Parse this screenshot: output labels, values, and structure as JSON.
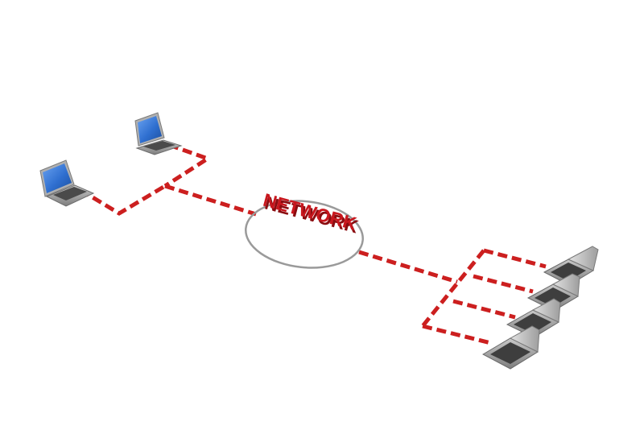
{
  "diagram": {
    "center_label": "NETWORK",
    "colors": {
      "connection": "#cc1f1f",
      "label": "#c8171e",
      "label_shadow": "#8a0c10",
      "ring": "#9a9a9a",
      "screen": "#2f6fd0",
      "laptop_body": "#8e8e8e",
      "laptop_dark": "#3a3a3a"
    },
    "icons": {
      "device": "laptop-icon",
      "hub": "network-ring-icon"
    },
    "left_devices": [
      {
        "name": "laptop-top-left",
        "screen": "blue"
      },
      {
        "name": "laptop-bottom-left",
        "screen": "blue"
      }
    ],
    "right_devices": [
      {
        "name": "laptop-right-1"
      },
      {
        "name": "laptop-right-2"
      },
      {
        "name": "laptop-right-3"
      },
      {
        "name": "laptop-right-4"
      }
    ]
  }
}
